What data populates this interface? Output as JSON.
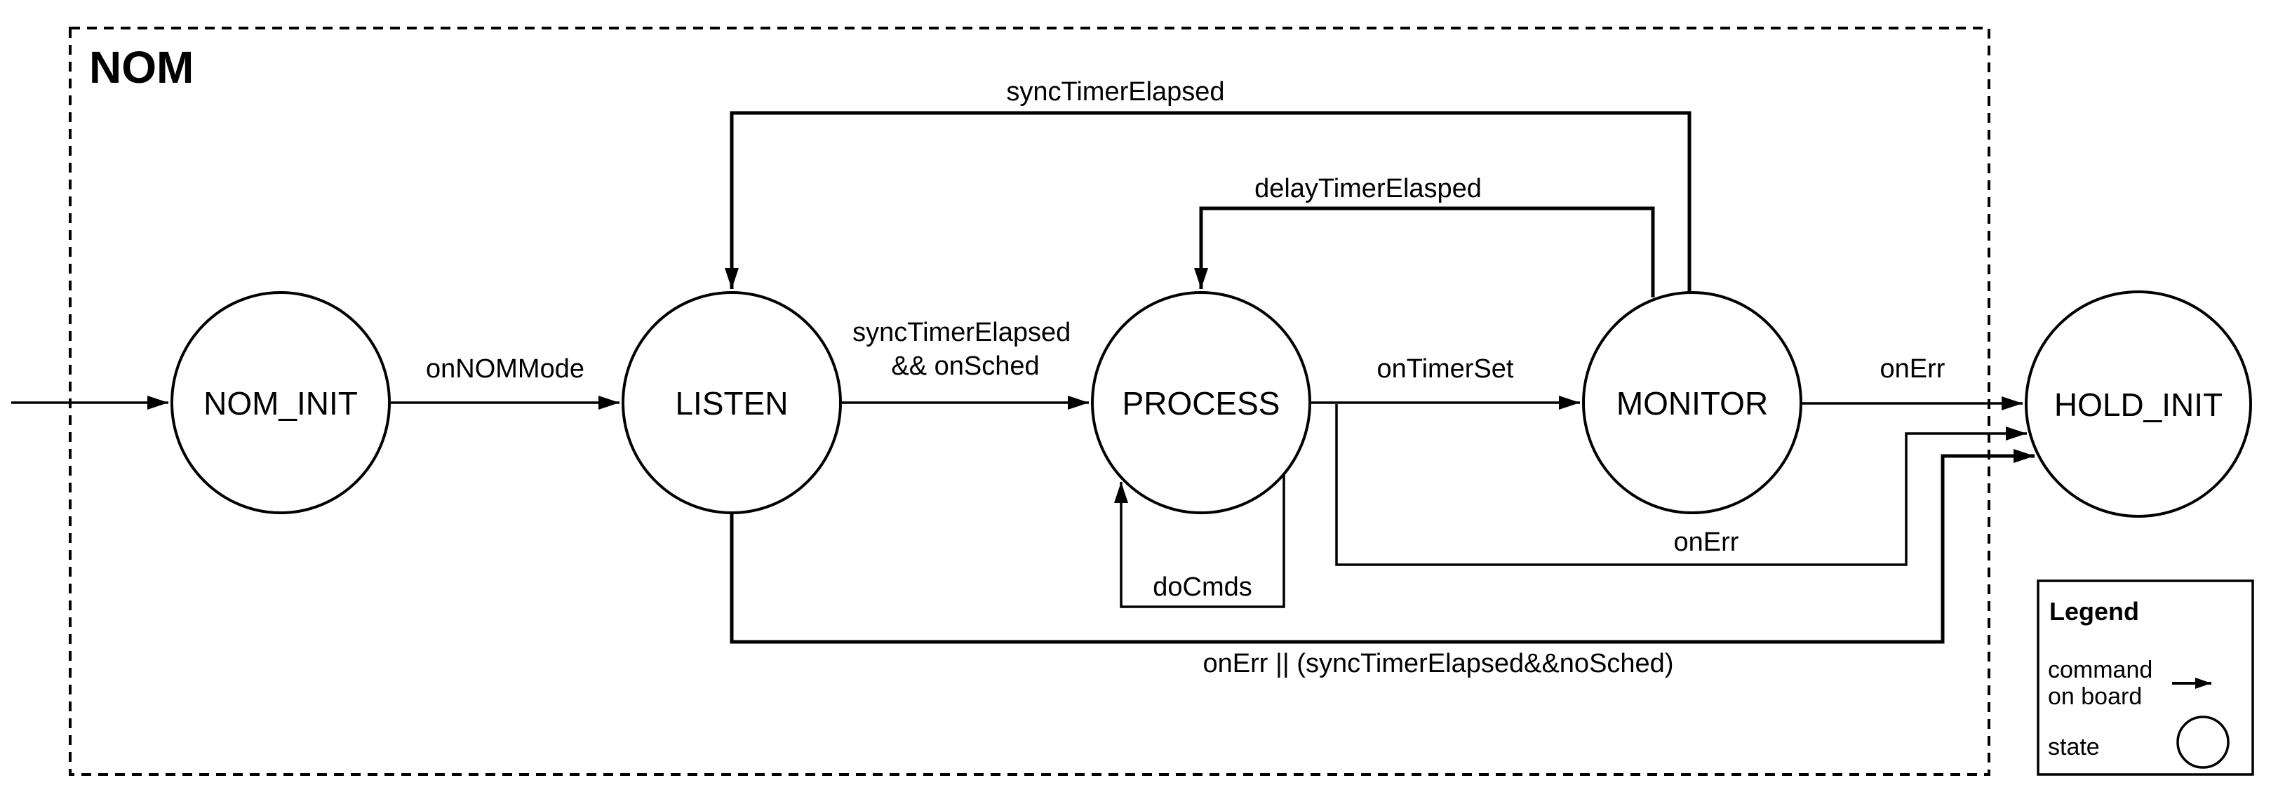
{
  "diagram": {
    "title": "NOM",
    "states": [
      {
        "id": "nom_init",
        "label": "NOM_INIT"
      },
      {
        "id": "listen",
        "label": "LISTEN"
      },
      {
        "id": "process",
        "label": "PROCESS"
      },
      {
        "id": "monitor",
        "label": "MONITOR"
      },
      {
        "id": "hold_init",
        "label": "HOLD_INIT"
      }
    ],
    "transitions": [
      {
        "from": "start",
        "to": "nom_init",
        "label": ""
      },
      {
        "from": "nom_init",
        "to": "listen",
        "label": "onNOMMode"
      },
      {
        "from": "listen",
        "to": "process",
        "label": "syncTimerElapsed && onSched",
        "label_lines": [
          "syncTimerElapsed",
          "&& onSched"
        ]
      },
      {
        "from": "process",
        "to": "monitor",
        "label": "onTimerSet"
      },
      {
        "from": "monitor",
        "to": "hold_init",
        "label": "onErr"
      },
      {
        "from": "monitor",
        "to": "listen",
        "label": "syncTimerElapsed"
      },
      {
        "from": "monitor",
        "to": "process",
        "label": "delayTimerElasped"
      },
      {
        "from": "process",
        "to": "process",
        "label": "doCmds"
      },
      {
        "from": "process",
        "to": "hold_init",
        "label": "onErr"
      },
      {
        "from": "listen",
        "to": "hold_init",
        "label": "onErr || (syncTimerElapsed&&noSched)"
      }
    ],
    "colors": {
      "stroke": "#000000",
      "background": "#ffffff"
    }
  },
  "legend": {
    "title": "Legend",
    "command_item": {
      "lines": [
        "command",
        "on board"
      ],
      "symbol": "arrow"
    },
    "state_item": {
      "label": "state",
      "symbol": "circle"
    }
  }
}
